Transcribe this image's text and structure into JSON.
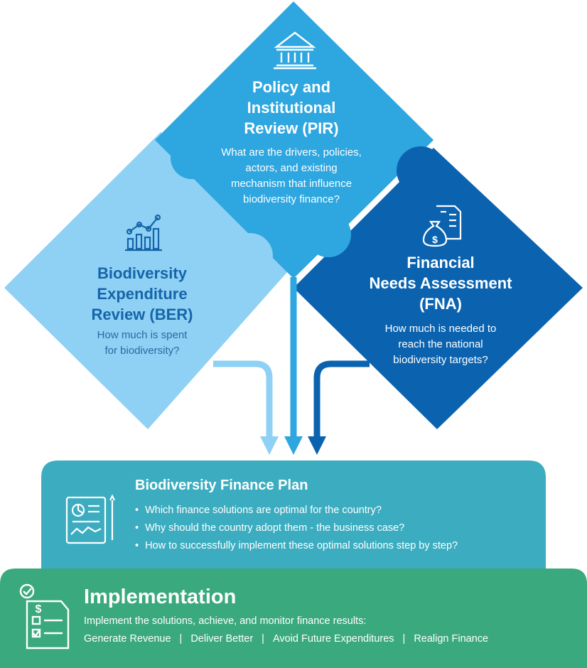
{
  "pir": {
    "title_lines": [
      "Policy and",
      "Institutional",
      "Review (PIR)"
    ],
    "question_lines": [
      "What are the drivers, policies,",
      "actors, and existing",
      "mechanism that influence",
      "biodiversity finance?"
    ],
    "icon": "institution-building-icon"
  },
  "ber": {
    "title_lines": [
      "Biodiversity",
      "Expenditure",
      "Review (BER)"
    ],
    "question_lines": [
      "How much is spent",
      "for biodiversity?"
    ],
    "icon": "bar-chart-trend-icon"
  },
  "fna": {
    "title_lines": [
      "Financial",
      "Needs Assessment",
      "(FNA)"
    ],
    "question_lines": [
      "How much is needed to",
      "reach the national",
      "biodiversity targets?"
    ],
    "icon": "money-bag-document-icon"
  },
  "plan": {
    "title": "Biodiversity Finance Plan",
    "items": [
      "Which finance solutions are optimal for the country?",
      "Why should the country adopt them - the business case?",
      "How to successfully implement these optimal solutions step by step?"
    ],
    "icon": "finance-plan-document-icon"
  },
  "implementation": {
    "title": "Implementation",
    "description": "Implement the solutions, achieve, and monitor finance results:",
    "actions": [
      "Generate Revenue",
      "Deliver Better",
      "Avoid Future Expenditures",
      "Realign Finance"
    ],
    "icon": "checklist-dollar-icon"
  },
  "colors": {
    "pir": "#2ea6e0",
    "ber": "#8fd0f5",
    "fna": "#0b63b0",
    "plan": "#3cadc0",
    "implementation": "#3aa97e",
    "ber_text": "#1565a8"
  }
}
